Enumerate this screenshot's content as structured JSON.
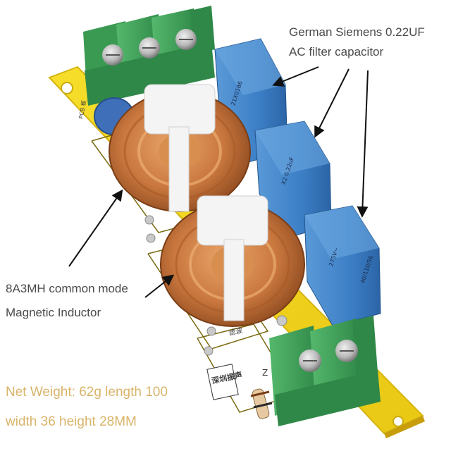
{
  "annotations": {
    "capacitor_line1": "German Siemens 0.22UF",
    "capacitor_line2": "AC filter capacitor",
    "inductor_line1": "8A3MH common mode",
    "inductor_line2": "Magnetic Inductor",
    "spec_line1": "Net Weight: 62g length 100",
    "spec_line2": "width 36 height 28MM"
  },
  "board_marks": {
    "cap_part_a": "21X0186",
    "cap_part_b": "X2 0.22uF",
    "cap_rating": "275V~",
    "cap_grade": "40/110/56",
    "pcb_label": "PCB 板",
    "chinese_label": "深圳振声",
    "chinese_label_2": "滤波",
    "fuse_mark": "Z"
  },
  "colors": {
    "pcb": "#f2d51c",
    "terminal": "#3fa35a",
    "capacitor": "#3d7fc6",
    "copper": "#c9773e",
    "caption": "#4a4a4a",
    "caption_accent": "#d9b46a"
  },
  "icons": [
    "arrow-icon"
  ]
}
